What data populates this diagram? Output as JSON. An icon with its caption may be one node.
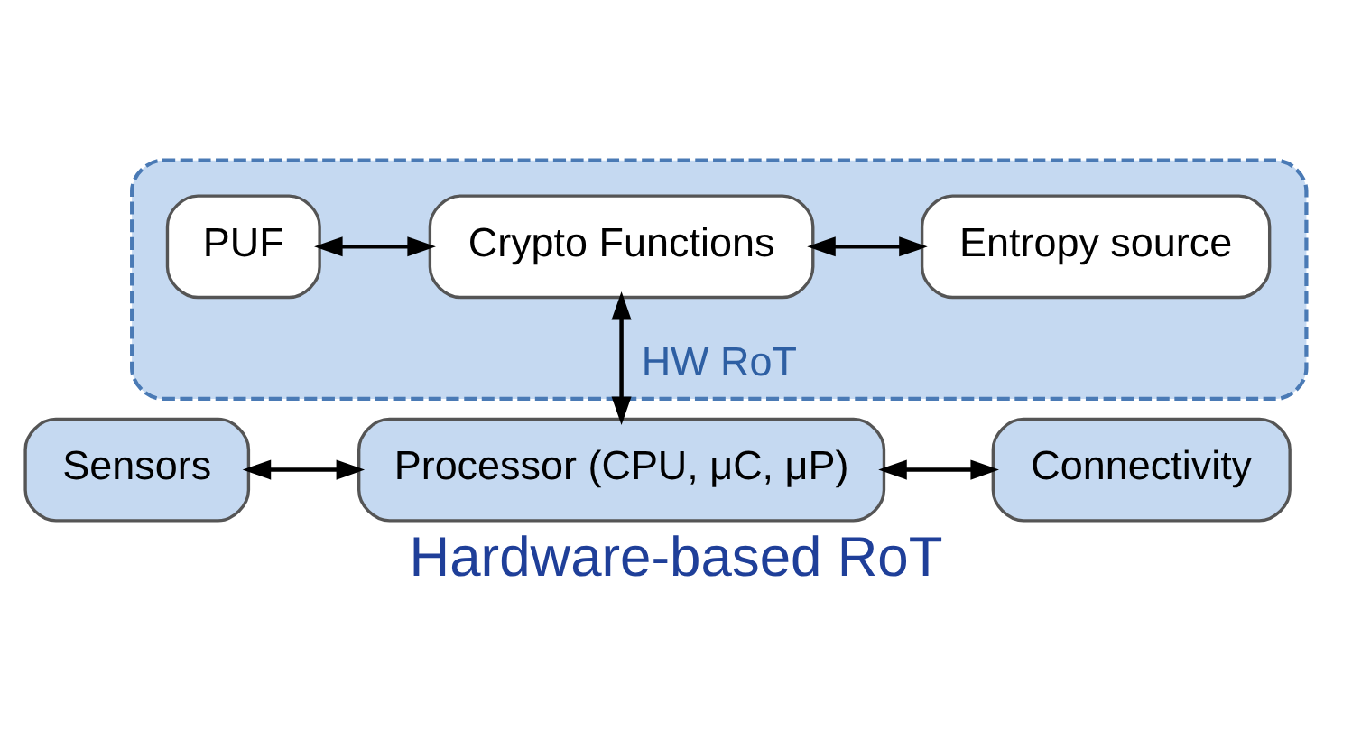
{
  "diagram": {
    "caption": "Hardware-based RoT",
    "nodes": [
      {
        "text": [
          "HW RoT"
        ]
      },
      {
        "text": [
          "PUF"
        ],
        "in": 0
      },
      {
        "text": [
          "Crypto Functions"
        ],
        "in": 0
      },
      {
        "text": [
          "Entropy source"
        ],
        "in": 0
      },
      {
        "text": [
          "Sensors"
        ]
      },
      {
        "text": [
          "Processor (CPU, μC, μP)"
        ]
      },
      {
        "text": [
          "Connectivity"
        ]
      }
    ],
    "edges": [
      {
        "from": 1,
        "to": 2,
        "arrow": "both"
      },
      {
        "from": 2,
        "to": 3,
        "arrow": "both"
      },
      {
        "from": 2,
        "to": 5,
        "arrow": "both"
      },
      {
        "from": 4,
        "to": 5,
        "arrow": "both"
      },
      {
        "from": 5,
        "to": 6,
        "arrow": "both"
      }
    ]
  }
}
